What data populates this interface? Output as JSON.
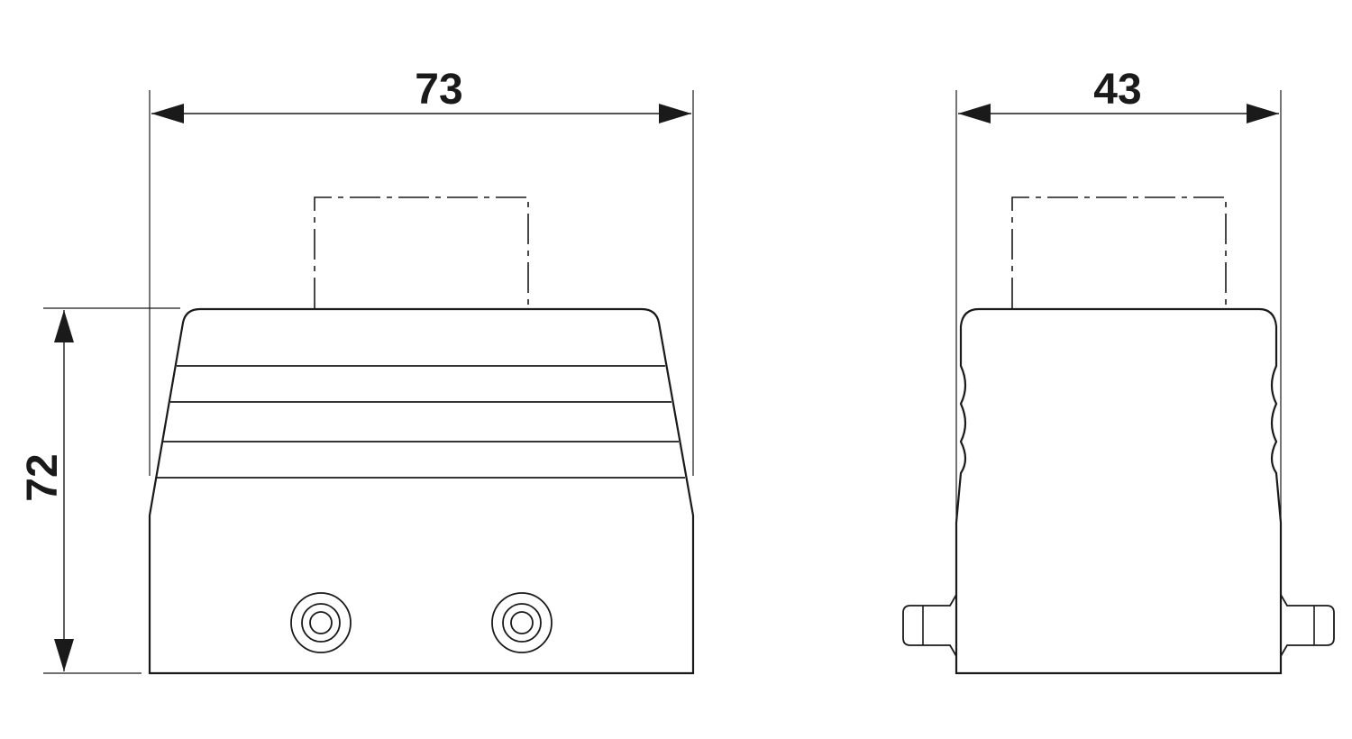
{
  "dimensions": {
    "front_width": "73",
    "side_width": "43",
    "height": "72"
  },
  "colors": {
    "line": "#1a1a1a",
    "background": "#ffffff"
  }
}
